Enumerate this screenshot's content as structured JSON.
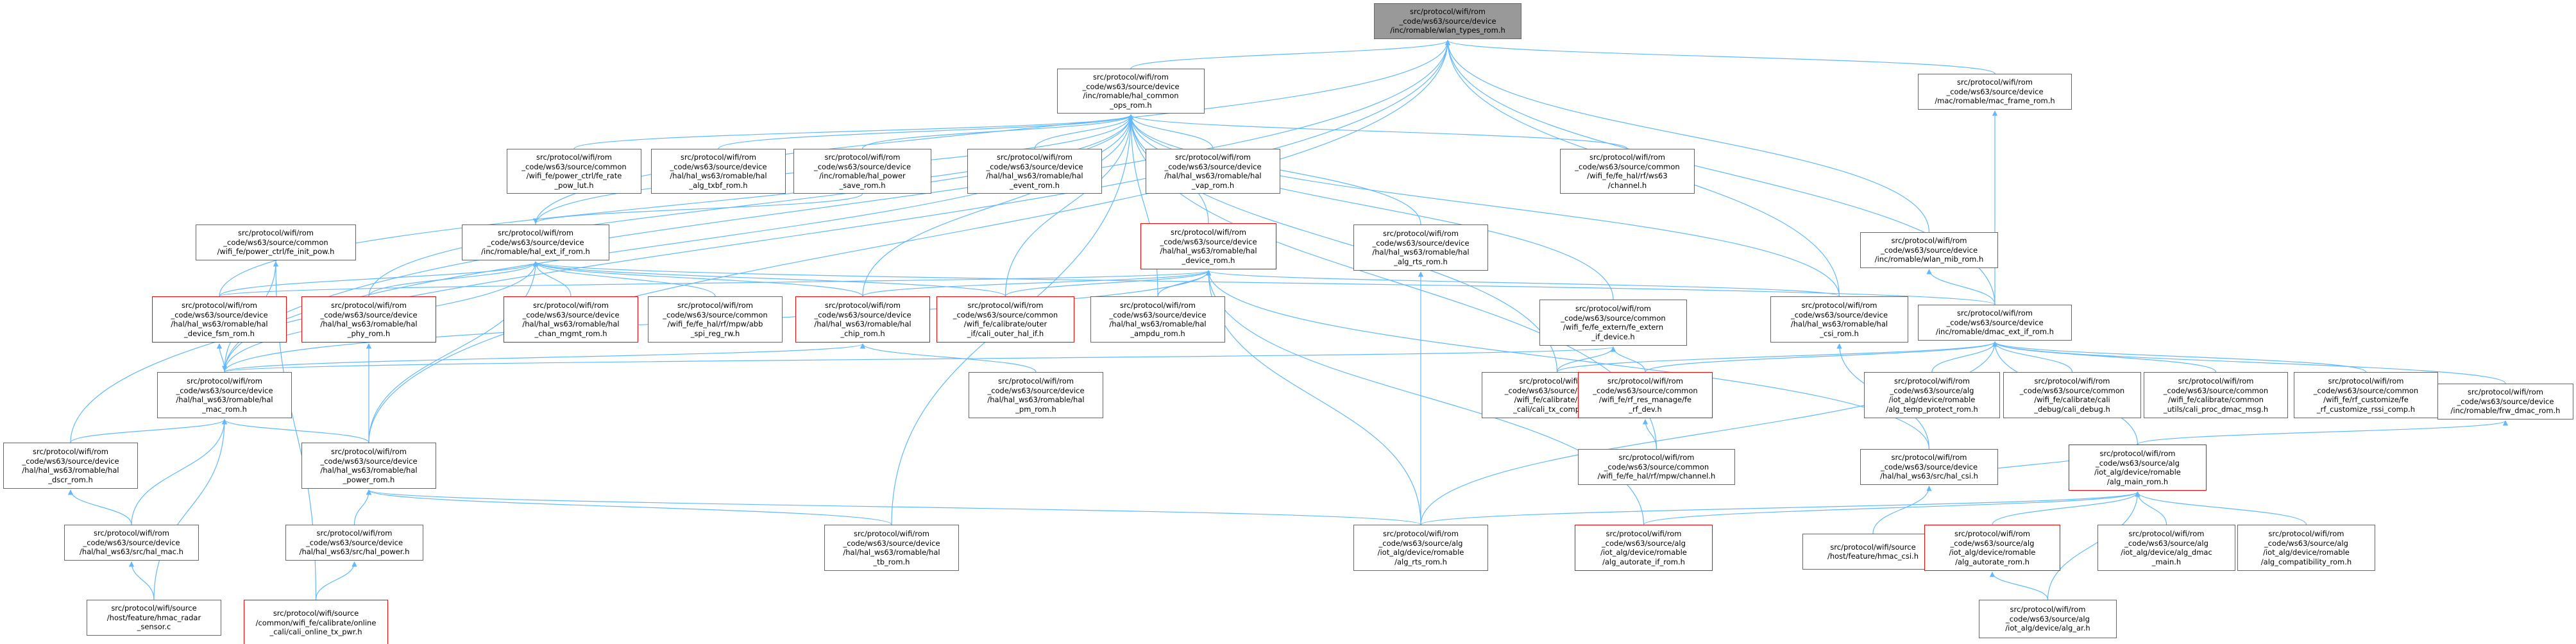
{
  "nodes": [
    {
      "id": "root",
      "label": "src/protocol/wifi/rom\n_code/ws63/source/device\n/inc/romable/wlan_types_rom.h",
      "style": "root"
    },
    {
      "id": "hal_common",
      "label": "src/protocol/wifi/rom\n_code/ws63/source/device\n/inc/romable/hal_common\n_ops_rom.h",
      "style": "normal"
    },
    {
      "id": "mac_frame",
      "label": "src/protocol/wifi/rom\n_code/ws63/source/device\n/mac/romable/mac_frame_rom.h",
      "style": "normal"
    },
    {
      "id": "power_ctrl_rate",
      "label": "src/protocol/wifi/rom\n_code/ws63/source/common\n/wifi_fe/power_ctrl/fe_rate\n_pow_lut.h",
      "style": "normal"
    },
    {
      "id": "alg_txbf",
      "label": "src/protocol/wifi/rom\n_code/ws63/source/device\n/hal/hal_ws63/romable/hal\n_alg_txbf_rom.h",
      "style": "normal"
    },
    {
      "id": "hal_power_save",
      "label": "src/protocol/wifi/rom\n_code/ws63/source/device\n/inc/romable/hal_power\n_save_rom.h",
      "style": "normal"
    },
    {
      "id": "hal_event",
      "label": "src/protocol/wifi/rom\n_code/ws63/source/device\n/hal/hal_ws63/romable/hal\n_event_rom.h",
      "style": "normal"
    },
    {
      "id": "hal_vap",
      "label": "src/protocol/wifi/rom\n_code/ws63/source/device\n/hal/hal_ws63/romable/hal\n_vap_rom.h",
      "style": "normal"
    },
    {
      "id": "hal_rf_channel",
      "label": "src/protocol/wifi/rom\n_code/ws63/source/common\n/wifi_fe/fe_hal/rf/ws63\n/channel.h",
      "style": "normal"
    },
    {
      "id": "power_ctrl_init",
      "label": "src/protocol/wifi/rom\n_code/ws63/source/common\n/wifi_fe/power_ctrl/fe_init_pow.h",
      "style": "normal"
    },
    {
      "id": "hal_ext_if",
      "label": "src/protocol/wifi/rom\n_code/ws63/source/device\n/inc/romable/hal_ext_if_rom.h",
      "style": "normal"
    },
    {
      "id": "hal_device",
      "label": "src/protocol/wifi/rom\n_code/ws63/source/device\n/hal/hal_ws63/romable/hal\n_device_rom.h",
      "style": "red"
    },
    {
      "id": "hal_alg_rts",
      "label": "src/protocol/wifi/rom\n_code/ws63/source/device\n/hal/hal_ws63/romable/hal\n_alg_rts_rom.h",
      "style": "normal"
    },
    {
      "id": "wlan_mib",
      "label": "src/protocol/wifi/rom\n_code/ws63/source/device\n/inc/romable/wlan_mib_rom.h",
      "style": "normal"
    },
    {
      "id": "device_fsm",
      "label": "src/protocol/wifi/rom\n_code/ws63/source/device\n/hal/hal_ws63/romable/hal\n_device_fsm_rom.h",
      "style": "red"
    },
    {
      "id": "phy_rom",
      "label": "src/protocol/wifi/rom\n_code/ws63/source/device\n/hal/hal_ws63/romable/hal\n_phy_rom.h",
      "style": "red"
    },
    {
      "id": "chan_mgmt",
      "label": "src/protocol/wifi/rom\n_code/ws63/source/device\n/hal/hal_ws63/romable/hal\n_chan_mgmt_rom.h",
      "style": "red"
    },
    {
      "id": "spi_reg",
      "label": "src/protocol/wifi/rom\n_code/ws63/source/common\n/wifi_fe/fe_hal/rf/mpw/abb\n_spi_reg_rw.h",
      "style": "normal"
    },
    {
      "id": "chip_rom",
      "label": "src/protocol/wifi/rom\n_code/ws63/source/device\n/hal/hal_ws63/romable/hal\n_chip_rom.h",
      "style": "red"
    },
    {
      "id": "cali_outer",
      "label": "src/protocol/wifi/rom\n_code/ws63/source/common\n/wifi_fe/calibrate/outer\n_if/cali_outer_hal_if.h",
      "style": "red"
    },
    {
      "id": "hal_ampdu",
      "label": "src/protocol/wifi/rom\n_code/ws63/source/device\n/hal/hal_ws63/romable/hal\n_ampdu_rom.h",
      "style": "normal"
    },
    {
      "id": "fe_extern",
      "label": "src/protocol/wifi/rom\n_code/ws63/source/common\n/wifi_fe/fe_extern/fe_extern\n_if_device.h",
      "style": "normal"
    },
    {
      "id": "hal_csi",
      "label": "src/protocol/wifi/rom\n_code/ws63/source/device\n/hal/hal_ws63/romable/hal\n_csi_rom.h",
      "style": "normal"
    },
    {
      "id": "dmac_ext_if",
      "label": "src/protocol/wifi/rom\n_code/ws63/source/device\n/inc/romable/dmac_ext_if_rom.h",
      "style": "normal"
    },
    {
      "id": "mac_rom",
      "label": "src/protocol/wifi/rom\n_code/ws63/source/device\n/hal/hal_ws63/romable/hal\n_mac_rom.h",
      "style": "normal"
    },
    {
      "id": "hal_pm",
      "label": "src/protocol/wifi/rom\n_code/ws63/source/device\n/hal/hal_ws63/romable/hal\n_pm_rom.h",
      "style": "normal"
    },
    {
      "id": "cali_tx_complete",
      "label": "src/protocol/wifi/rom\n_code/ws63/source/common\n/wifi_fe/calibrate/online\n_cali/cali_tx_complete.h",
      "style": "normal"
    },
    {
      "id": "fe_res_manage",
      "label": "src/protocol/wifi/rom\n_code/ws63/source/common\n/wifi_fe/rf_res_manage/fe\n_rf_dev.h",
      "style": "red"
    },
    {
      "id": "alg_temp",
      "label": "src/protocol/wifi/rom\n_code/ws63/source/alg\n/iot_alg/device/romable\n/alg_temp_protect_rom.h",
      "style": "normal"
    },
    {
      "id": "cali_debug",
      "label": "src/protocol/wifi/rom\n_code/ws63/source/common\n/wifi_fe/calibrate/cali\n_debug/cali_debug.h",
      "style": "normal"
    },
    {
      "id": "cali_proc_dmac",
      "label": "src/protocol/wifi/rom\n_code/ws63/source/common\n/wifi_fe/calibrate/common\n_utils/cali_proc_dmac_msg.h",
      "style": "normal"
    },
    {
      "id": "rssi_comp",
      "label": "src/protocol/wifi/rom\n_code/ws63/source/common\n/wifi_fe/rf_customize/fe\n_rf_customize_rssi_comp.h",
      "style": "normal"
    },
    {
      "id": "frw_dmac",
      "label": "src/protocol/wifi/rom\n_code/ws63/source/device\n/inc/romable/frw_dmac_rom.h",
      "style": "normal"
    },
    {
      "id": "dscr_rom",
      "label": "src/protocol/wifi/rom\n_code/ws63/source/device\n/hal/hal_ws63/romable/hal\n_dscr_rom.h",
      "style": "normal"
    },
    {
      "id": "power_rom",
      "label": "src/protocol/wifi/rom\n_code/ws63/source/device\n/hal/hal_ws63/romable/hal\n_power_rom.h",
      "style": "normal"
    },
    {
      "id": "rf_channel_low",
      "label": "src/protocol/wifi/rom\n_code/ws63/source/common\n/wifi_fe/fe_hal/rf/mpw/channel.h",
      "style": "normal"
    },
    {
      "id": "hal_csi_h",
      "label": "src/protocol/wifi/rom\n_code/ws63/source/device\n/hal/hal_ws63/src/hal_csi.h",
      "style": "normal"
    },
    {
      "id": "alg_main",
      "label": "src/protocol/wifi/rom\n_code/ws63/source/alg\n/iot_alg/device/romable\n/alg_main_rom.h",
      "style": "red"
    },
    {
      "id": "hal_mac_h",
      "label": "src/protocol/wifi/rom\n_code/ws63/source/device\n/hal/hal_ws63/src/hal_mac.h",
      "style": "normal"
    },
    {
      "id": "hal_power_h",
      "label": "src/protocol/wifi/rom\n_code/ws63/source/device\n/hal/hal_ws63/src/hal_power.h",
      "style": "normal"
    },
    {
      "id": "hal_tb",
      "label": "src/protocol/wifi/rom\n_code/ws63/source/device\n/hal/hal_ws63/romable/hal\n_tb_rom.h",
      "style": "normal"
    },
    {
      "id": "alg_rts",
      "label": "src/protocol/wifi/rom\n_code/ws63/source/alg\n/iot_alg/device/romable\n/alg_rts_rom.h",
      "style": "normal"
    },
    {
      "id": "alg_autorate_if",
      "label": "src/protocol/wifi/rom\n_code/ws63/source/alg\n/iot_alg/device/romable\n/alg_autorate_if_rom.h",
      "style": "red"
    },
    {
      "id": "hmac_csi",
      "label": "src/protocol/wifi/source\n/host/feature/hmac_csi.h",
      "style": "normal"
    },
    {
      "id": "alg_autorate",
      "label": "src/protocol/wifi/rom\n_code/ws63/source/alg\n/iot_alg/device/romable\n/alg_autorate_rom.h",
      "style": "red"
    },
    {
      "id": "alg_dmac_main",
      "label": "src/protocol/wifi/rom\n_code/ws63/source/alg\n/iot_alg/device/alg_dmac\n_main.h",
      "style": "normal"
    },
    {
      "id": "alg_compat",
      "label": "src/protocol/wifi/rom\n_code/ws63/source/alg\n/iot_alg/device/romable\n/alg_compatibility_rom.h",
      "style": "normal"
    },
    {
      "id": "hmac_radar",
      "label": "src/protocol/wifi/source\n/host/feature/hmac_radar\n_sensor.c",
      "style": "normal"
    },
    {
      "id": "cali_online_tx_pwr",
      "label": "src/protocol/wifi/source\n/common/wifi_fe/calibrate/online\n_cali/cali_online_tx_pwr.h",
      "style": "red"
    },
    {
      "id": "alg_ar",
      "label": "src/protocol/wifi/rom\n_code/ws63/source/alg\n/iot_alg/device/alg_ar.h",
      "style": "normal"
    }
  ],
  "edges": [
    [
      "hal_common",
      "root"
    ],
    [
      "mac_frame",
      "root"
    ],
    [
      "wlan_mib",
      "root"
    ],
    [
      "hal_ext_if",
      "root"
    ],
    [
      "mac_rom",
      "root"
    ],
    [
      "power_rom",
      "root"
    ],
    [
      "dscr_rom",
      "root"
    ],
    [
      "dmac_ext_if",
      "root"
    ],
    [
      "hal_csi",
      "root"
    ],
    [
      "power_ctrl_rate",
      "hal_common"
    ],
    [
      "alg_txbf",
      "hal_common"
    ],
    [
      "hal_power_save",
      "hal_common"
    ],
    [
      "hal_event",
      "hal_common"
    ],
    [
      "hal_vap",
      "hal_common"
    ],
    [
      "hal_rf_channel",
      "hal_common"
    ],
    [
      "hal_ext_if",
      "hal_common"
    ],
    [
      "hal_device",
      "hal_common"
    ],
    [
      "hal_alg_rts",
      "hal_common"
    ],
    [
      "device_fsm",
      "hal_common"
    ],
    [
      "phy_rom",
      "hal_common"
    ],
    [
      "chip_rom",
      "hal_common"
    ],
    [
      "hal_ampdu",
      "hal_common"
    ],
    [
      "fe_extern",
      "hal_common"
    ],
    [
      "hal_csi",
      "hal_common"
    ],
    [
      "mac_rom",
      "hal_common"
    ],
    [
      "cali_tx_complete",
      "hal_common"
    ],
    [
      "hal_tb",
      "hal_common"
    ],
    [
      "rf_channel_low",
      "hal_common"
    ],
    [
      "cali_outer",
      "hal_common"
    ],
    [
      "hal_power_save",
      "hal_ext_if"
    ],
    [
      "power_ctrl_init",
      "mac_rom"
    ],
    [
      "device_fsm",
      "hal_ext_if"
    ],
    [
      "phy_rom",
      "hal_ext_if"
    ],
    [
      "chan_mgmt",
      "hal_ext_if"
    ],
    [
      "spi_reg",
      "hal_ext_if"
    ],
    [
      "chip_rom",
      "hal_ext_if"
    ],
    [
      "cali_outer",
      "hal_ext_if"
    ],
    [
      "mac_rom",
      "hal_ext_if"
    ],
    [
      "power_rom",
      "hal_ext_if"
    ],
    [
      "dmac_ext_if",
      "hal_ext_if"
    ],
    [
      "device_fsm",
      "hal_device"
    ],
    [
      "chip_rom",
      "hal_device"
    ],
    [
      "cali_outer",
      "hal_device"
    ],
    [
      "hal_ampdu",
      "hal_device"
    ],
    [
      "hal_csi",
      "hal_device"
    ],
    [
      "mac_rom",
      "hal_device"
    ],
    [
      "alg_rts",
      "hal_device"
    ],
    [
      "alg_autorate_if",
      "hal_device"
    ],
    [
      "hal_csi_h",
      "hal_device"
    ],
    [
      "alg_rts",
      "hal_alg_rts"
    ],
    [
      "dmac_ext_if",
      "wlan_mib"
    ],
    [
      "dmac_ext_if",
      "mac_frame"
    ],
    [
      "mac_rom",
      "device_fsm"
    ],
    [
      "power_rom",
      "phy_rom"
    ],
    [
      "hal_pm",
      "chip_rom"
    ],
    [
      "mac_rom",
      "chip_rom"
    ],
    [
      "cali_tx_complete",
      "fe_extern"
    ],
    [
      "fe_res_manage",
      "fe_extern"
    ],
    [
      "mac_rom",
      "fe_extern"
    ],
    [
      "hal_csi_h",
      "hal_csi"
    ],
    [
      "hmac_csi",
      "hal_csi_h"
    ],
    [
      "fe_res_manage",
      "dmac_ext_if"
    ],
    [
      "alg_temp",
      "dmac_ext_if"
    ],
    [
      "cali_debug",
      "dmac_ext_if"
    ],
    [
      "cali_proc_dmac",
      "dmac_ext_if"
    ],
    [
      "rssi_comp",
      "dmac_ext_if"
    ],
    [
      "frw_dmac",
      "dmac_ext_if"
    ],
    [
      "alg_main",
      "dmac_ext_if"
    ],
    [
      "cali_tx_complete",
      "dmac_ext_if"
    ],
    [
      "alg_rts",
      "dmac_ext_if"
    ],
    [
      "alg_main",
      "frw_dmac"
    ],
    [
      "rf_channel_low",
      "fe_res_manage"
    ],
    [
      "dscr_rom",
      "mac_rom"
    ],
    [
      "power_rom",
      "mac_rom"
    ],
    [
      "hal_mac_h",
      "mac_rom"
    ],
    [
      "hmac_radar",
      "mac_rom"
    ],
    [
      "hal_mac_h",
      "dscr_rom"
    ],
    [
      "hmac_radar",
      "hal_mac_h"
    ],
    [
      "hal_power_h",
      "power_rom"
    ],
    [
      "cali_online_tx_pwr",
      "hal_power_h"
    ],
    [
      "alg_rts",
      "power_rom"
    ],
    [
      "hal_tb",
      "power_rom"
    ],
    [
      "alg_rts",
      "alg_main"
    ],
    [
      "alg_autorate_if",
      "alg_main"
    ],
    [
      "alg_autorate",
      "alg_main"
    ],
    [
      "alg_dmac_main",
      "alg_main"
    ],
    [
      "alg_compat",
      "alg_main"
    ],
    [
      "alg_ar",
      "alg_main"
    ],
    [
      "hal_csi_h",
      "alg_main"
    ],
    [
      "alg_ar",
      "alg_autorate"
    ],
    [
      "cali_online_tx_pwr",
      "power_ctrl_init"
    ]
  ]
}
